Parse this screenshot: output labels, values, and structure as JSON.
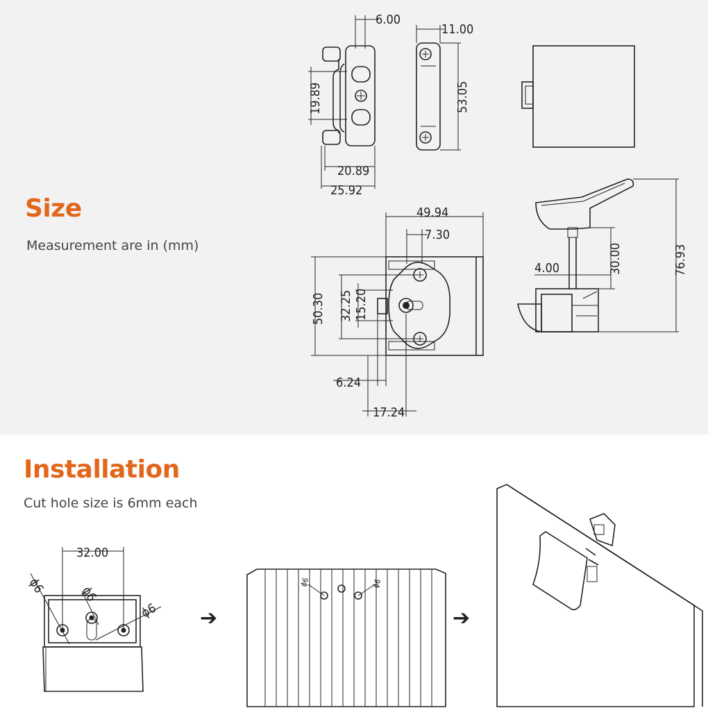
{
  "size_section": {
    "title": "Size",
    "subtitle": "Measurement are in (mm)",
    "dimensions": {
      "d_6_00": "6.00",
      "d_11_00": "11.00",
      "d_19_89": "19.89",
      "d_53_05": "53.05",
      "d_20_89": "20.89",
      "d_25_92": "25.92",
      "d_49_94": "49.94",
      "d_7_30": "7.30",
      "d_50_30": "50.30",
      "d_32_25": "32.25",
      "d_15_20": "15.20",
      "d_6_24": "6.24",
      "d_17_24": "17.24",
      "d_4_00": "4.00",
      "d_30_00": "30.00",
      "d_76_93": "76.93"
    }
  },
  "install_section": {
    "title": "Installation",
    "subtitle": "Cut hole size is 6mm each",
    "dimensions": {
      "d_32_00": "32.00",
      "phi_6": "ϕ6"
    },
    "arrow_glyph": "➔"
  },
  "colors": {
    "accent": "#e2671c",
    "top_background": "#f2f2f2",
    "line": "#222222"
  }
}
